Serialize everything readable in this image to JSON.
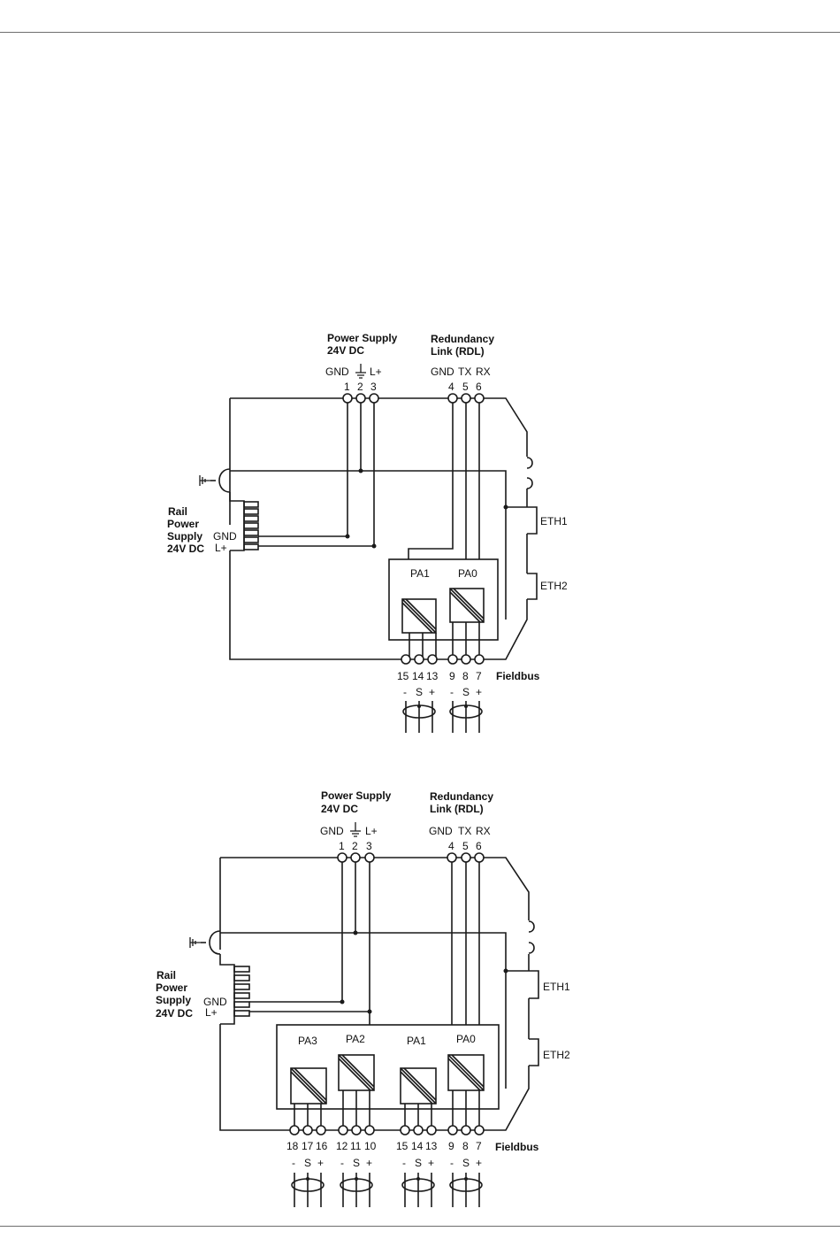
{
  "colors": {
    "line": "#1a1a1a",
    "rule": "#6e6e6e",
    "background": "#ffffff"
  },
  "diagrams": [
    {
      "power_supply_title": [
        "Power Supply",
        "24V DC"
      ],
      "rdl_title": [
        "Redundancy",
        "Link (RDL)"
      ],
      "ps_gnd": "GND",
      "ps_lplus": "L+",
      "rdl_signals": [
        "GND",
        "TX",
        "RX"
      ],
      "top_terminals": [
        "1",
        "2",
        "3",
        "4",
        "5",
        "6"
      ],
      "rail_label": [
        "Rail",
        "Power",
        "Supply",
        "24V DC"
      ],
      "rail_gnd": "GND",
      "rail_lplus": "L+",
      "eth": [
        "ETH1",
        "ETH2"
      ],
      "fieldbus": "Fieldbus",
      "modules": [
        {
          "name": "PA1",
          "terminals": [
            "15",
            "14",
            "13"
          ],
          "polarity": [
            "-",
            "S",
            "+"
          ]
        },
        {
          "name": "PA0",
          "terminals": [
            "9",
            "8",
            "7"
          ],
          "polarity": [
            "-",
            "S",
            "+"
          ]
        }
      ]
    },
    {
      "power_supply_title": [
        "Power Supply",
        "24V DC"
      ],
      "rdl_title": [
        "Redundancy",
        "Link (RDL)"
      ],
      "ps_gnd": "GND",
      "ps_lplus": "L+",
      "rdl_signals": [
        "GND",
        "TX",
        "RX"
      ],
      "top_terminals": [
        "1",
        "2",
        "3",
        "4",
        "5",
        "6"
      ],
      "rail_label": [
        "Rail",
        "Power",
        "Supply",
        "24V DC"
      ],
      "rail_gnd": "GND",
      "rail_lplus": "L+",
      "eth": [
        "ETH1",
        "ETH2"
      ],
      "fieldbus": "Fieldbus",
      "modules": [
        {
          "name": "PA3",
          "terminals": [
            "18",
            "17",
            "16"
          ],
          "polarity": [
            "-",
            "S",
            "+"
          ]
        },
        {
          "name": "PA2",
          "terminals": [
            "12",
            "11",
            "10"
          ],
          "polarity": [
            "-",
            "S",
            "+"
          ]
        },
        {
          "name": "PA1",
          "terminals": [
            "15",
            "14",
            "13"
          ],
          "polarity": [
            "-",
            "S",
            "+"
          ]
        },
        {
          "name": "PA0",
          "terminals": [
            "9",
            "8",
            "7"
          ],
          "polarity": [
            "-",
            "S",
            "+"
          ]
        }
      ]
    }
  ]
}
